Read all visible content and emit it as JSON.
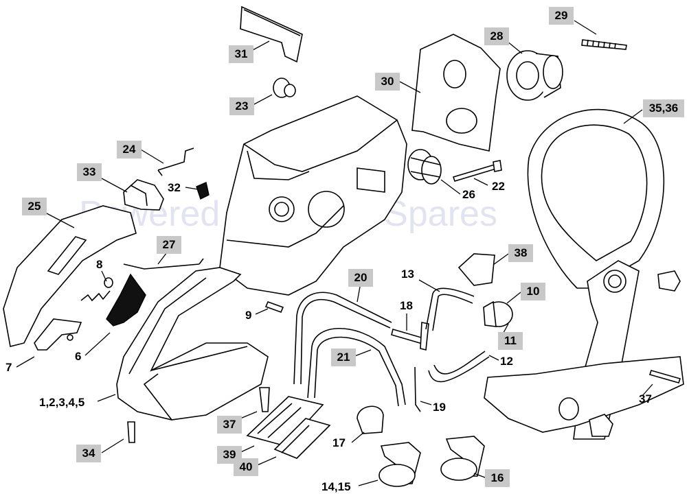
{
  "watermark": "Powered by Vision Spares",
  "parts": {
    "p29": "29",
    "p28": "28",
    "p31": "31",
    "p30": "30",
    "p23": "23",
    "p3536": "35,36",
    "p24": "24",
    "p33": "33",
    "p32": "32",
    "p26": "26",
    "p22": "22",
    "p25": "25",
    "p27": "27",
    "p38": "38",
    "p8": "8",
    "p20": "20",
    "p13": "13",
    "p10": "10",
    "p18": "18",
    "p9": "9",
    "p11": "11",
    "p7": "7",
    "p6": "6",
    "p21": "21",
    "p12": "12",
    "p1": "1,2,3,4,5",
    "p37a": "37",
    "p37b": "37",
    "p19": "19",
    "p34": "34",
    "p17": "17",
    "p39": "39",
    "p40": "40",
    "p1415": "14,15",
    "p16": "16"
  }
}
